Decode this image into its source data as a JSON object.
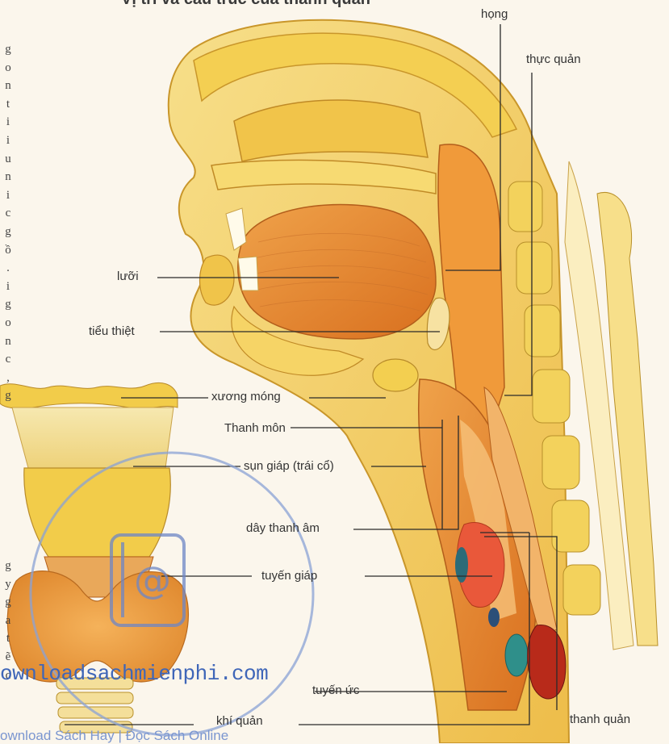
{
  "title": "Vị trí và cấu trúc của thanh quản",
  "margin_letters": [
    "g",
    "o",
    "n",
    "t",
    "i",
    "i",
    "u",
    "n",
    "i",
    "c",
    "g",
    "ồ",
    ".",
    "i",
    "g",
    "o",
    "n",
    "c",
    ",",
    "g"
  ],
  "margin_letters_2": [
    "g",
    "y",
    "g",
    "a",
    "t",
    "ẽ",
    "c"
  ],
  "labels": {
    "hong": "họng",
    "thuc_quan": "thực quản",
    "luoi": "lưỡi",
    "tieu_thiet": "tiểu thiệt",
    "xuong_mong": "xương móng",
    "thanh_mon": "Thanh môn",
    "sun_giap": "sụn giáp (trái cổ)",
    "day_thanh_am": "dây thanh âm",
    "tuyen_giap": "tuyến giáp",
    "tuyen_uc": "tuyến ức",
    "khi_quan": "khí quản",
    "thanh_quan": "thanh quản"
  },
  "watermark": {
    "main": "ownloadsachmienphi.com",
    "sub": "ownload Sách Hay | Đọc Sách Online"
  },
  "colors": {
    "bone_yellow": "#f2cc4a",
    "muscle_orange": "#e58a2c",
    "tissue_light": "#f7e2a2",
    "leader_line": "#2a2a2a",
    "watermark_blue": "#3f66b8"
  }
}
